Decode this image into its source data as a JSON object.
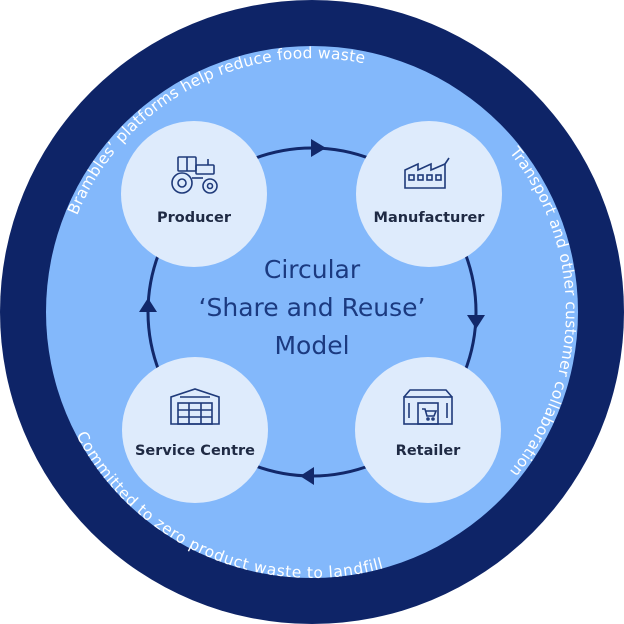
{
  "colors": {
    "outer_ring": "#0e2467",
    "inner_disc": "#83b8fb",
    "node_fill": "#deebfc",
    "cycle_line": "#12286a",
    "icon": "#1f3a7a",
    "center_text": "#1b3a80"
  },
  "ring": {
    "top_text": "Brambles’ platforms help reduce food waste",
    "right_text": "Transport and other customer collaboration",
    "bottom_text": "Committed to zero product waste to landfill"
  },
  "center": {
    "line1": "Circular",
    "line2": "‘Share and Reuse’",
    "line3": "Model"
  },
  "nodes": [
    {
      "label": "Producer",
      "icon": "tractor-icon"
    },
    {
      "label": "Manufacturer",
      "icon": "factory-icon"
    },
    {
      "label": "Retailer",
      "icon": "store-icon"
    },
    {
      "label": "Service Centre",
      "icon": "warehouse-icon"
    }
  ]
}
